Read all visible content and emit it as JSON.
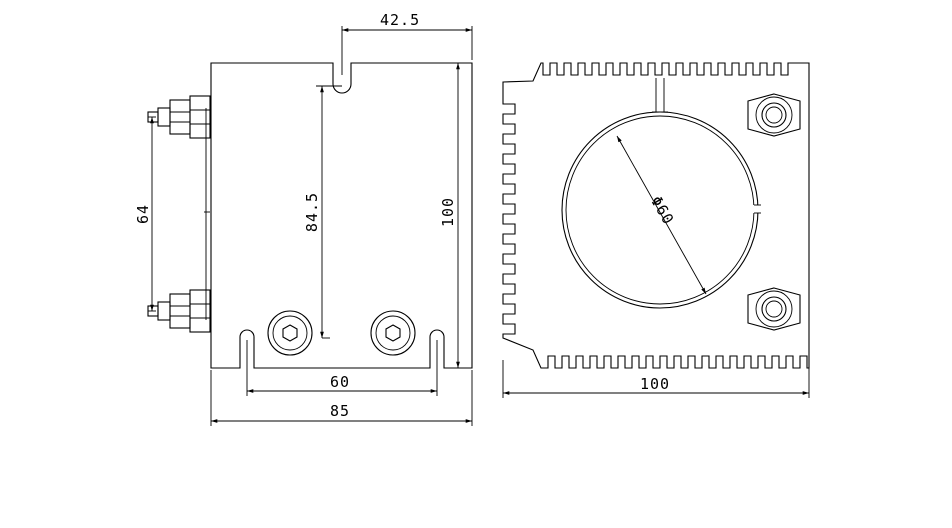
{
  "drawing": {
    "side_view": {
      "dim_slot_offset": "42.5",
      "dim_height": "100",
      "dim_depth_to_slot": "84.5",
      "dim_terminal_spacing": "64",
      "dim_mount_spacing": "60",
      "dim_width": "85"
    },
    "front_view": {
      "dim_bore_diameter": "Φ60",
      "dim_width": "100"
    }
  }
}
